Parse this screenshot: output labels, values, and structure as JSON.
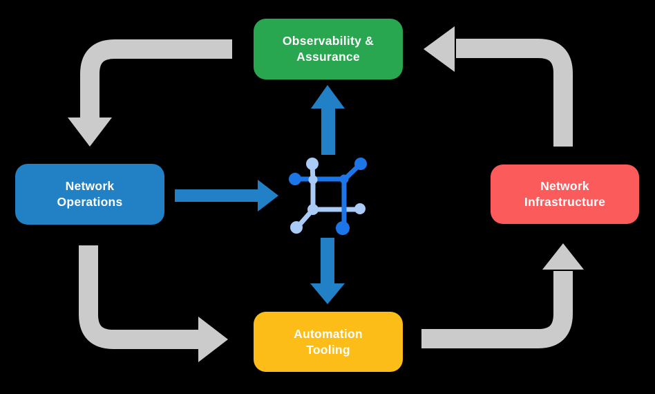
{
  "nodes": {
    "observability": {
      "line1": "Observability &",
      "line2": "Assurance",
      "color": "#28A750"
    },
    "operations": {
      "line1": "Network",
      "line2": "Operations",
      "color": "#2181C4"
    },
    "infrastructure": {
      "line1": "Network",
      "line2": "Infrastructure",
      "color": "#FC5B5C"
    },
    "automation": {
      "line1": "Automation",
      "line2": "Tooling",
      "color": "#FCBD18"
    }
  },
  "icons": {
    "center": "network-mesh-icon"
  },
  "colors": {
    "background": "#000000",
    "text": "#FFFFFF",
    "cycle_arrow_gray": "#CBCBCB",
    "flow_arrow_blue": "#2180C6",
    "icon_blue_dark": "#1C76E8",
    "icon_blue_light": "#A9CBF5"
  },
  "edges": {
    "cycle": [
      {
        "from": "observability",
        "to": "operations",
        "style": "gray-elbow"
      },
      {
        "from": "operations",
        "to": "automation",
        "style": "gray-elbow"
      },
      {
        "from": "automation",
        "to": "infrastructure",
        "style": "gray-elbow"
      },
      {
        "from": "infrastructure",
        "to": "observability",
        "style": "gray-elbow"
      }
    ],
    "hub": [
      {
        "from": "operations",
        "to": "center-icon",
        "style": "blue-straight"
      },
      {
        "from": "center-icon",
        "to": "observability",
        "style": "blue-straight"
      },
      {
        "from": "center-icon",
        "to": "automation",
        "style": "blue-straight"
      }
    ]
  }
}
